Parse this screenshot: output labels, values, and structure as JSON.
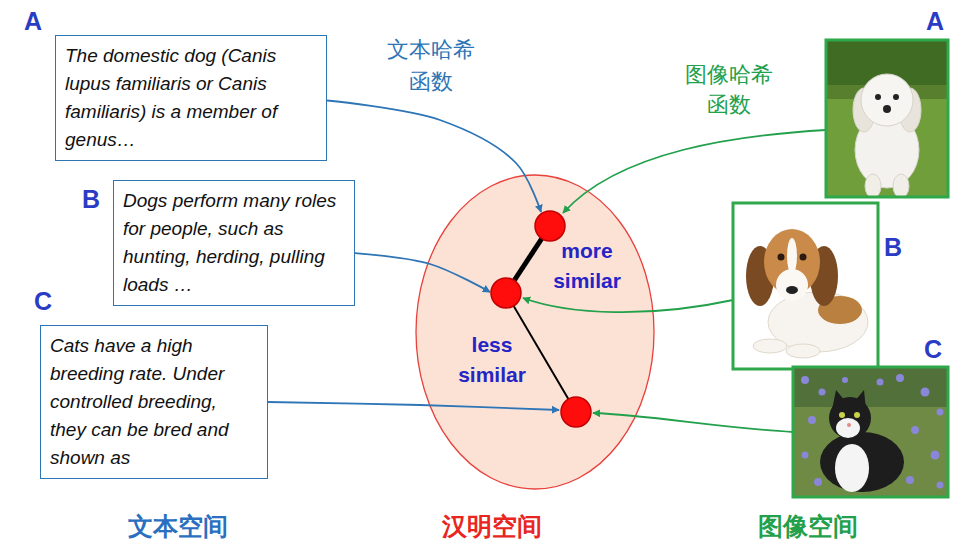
{
  "diagram": {
    "nodes": [
      {
        "text": [
          "The domestic dog (Canis lupus familiaris or Canis familiaris) is a member of genus…"
        ]
      },
      {
        "text": [
          "Dogs perform many roles for people, such as hunting, herding, pulling loads …"
        ]
      },
      {
        "text": [
          "Cats have a high breeding rate. Under controlled breeding, they can be bred and shown as"
        ]
      },
      {
        "text": [
          "more similar",
          "less similar"
        ]
      }
    ],
    "edges": [
      {
        "from": 0,
        "to": 3,
        "arrow": "to"
      },
      {
        "from": 1,
        "to": 3,
        "arrow": "to"
      },
      {
        "from": 2,
        "to": 3,
        "arrow": "to"
      }
    ],
    "labels": [
      "A",
      "B",
      "C",
      "A",
      "B",
      "C",
      "文本哈希函数",
      "图像哈希函数",
      "文本空间",
      "汉明空间",
      "图像空间"
    ]
  }
}
